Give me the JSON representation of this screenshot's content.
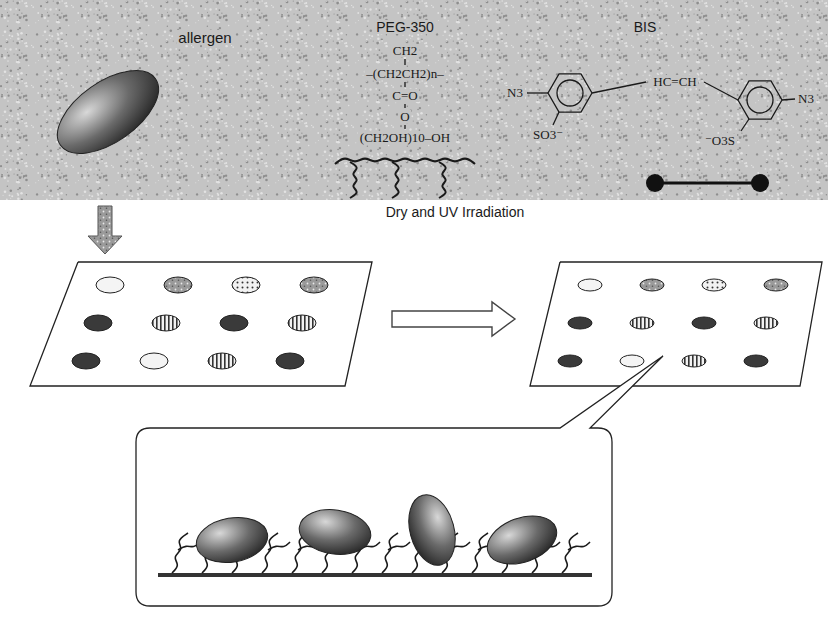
{
  "diagram": {
    "nodes": [
      {
        "text": [
          "allergen",
          "PEG-350",
          "CH2",
          "–(CH2CH2)n–",
          "C=O",
          "O",
          "(CH2OH)10–OH",
          "BIS",
          "N3",
          "HC=CH",
          "N3",
          "SO3⁻",
          "⁻O3S"
        ]
      }
    ],
    "labels": [
      "Dry and UV Irradiation"
    ]
  }
}
